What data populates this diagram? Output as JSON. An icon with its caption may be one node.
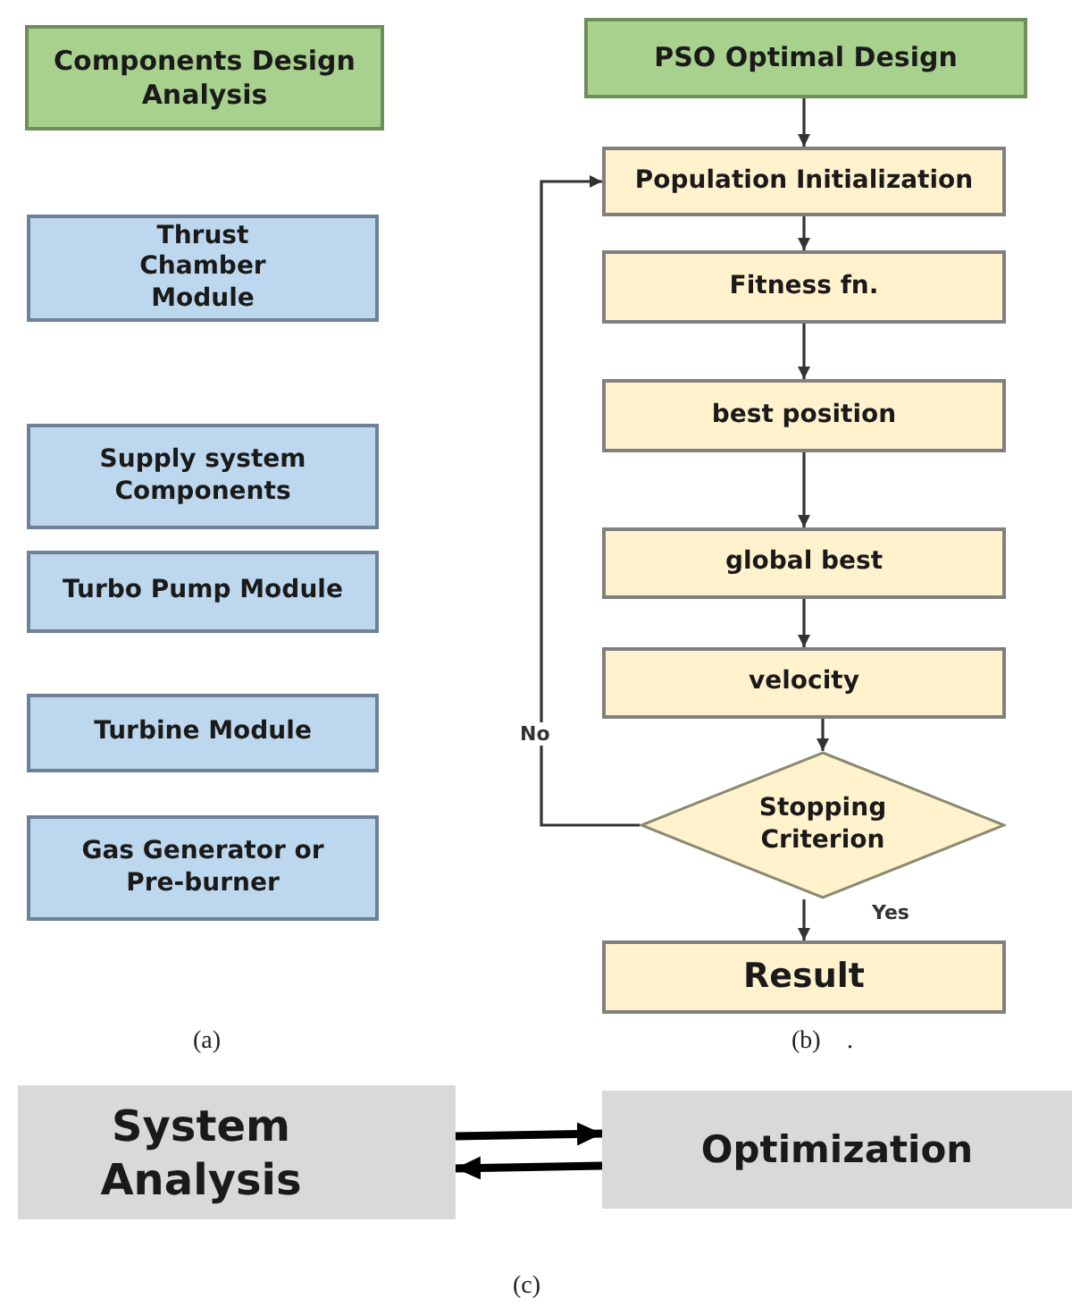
{
  "diagram": {
    "nodes": [
      {
        "text": [
          "Components Design Analysis"
        ]
      },
      {
        "text": [
          "Thrust Chamber Module"
        ]
      },
      {
        "text": [
          "Supply system Components"
        ]
      },
      {
        "text": [
          "Turbo Pump Module"
        ]
      },
      {
        "text": [
          "Turbine Module"
        ]
      },
      {
        "text": [
          "Gas Generator or Pre-burner"
        ]
      },
      {
        "text": [
          "PSO Optimal Design"
        ]
      },
      {
        "text": [
          "Population Initialization"
        ]
      },
      {
        "text": [
          "Fitness fn."
        ]
      },
      {
        "text": [
          "best position"
        ]
      },
      {
        "text": [
          "global best"
        ]
      },
      {
        "text": [
          "velocity"
        ]
      },
      {
        "text": [
          "Stopping Criterion"
        ]
      },
      {
        "text": [
          "Result"
        ]
      },
      {
        "text": [
          "System Analysis"
        ]
      },
      {
        "text": [
          "Optimization"
        ]
      }
    ],
    "edges": [
      {
        "from": 6,
        "to": 7,
        "arrow": "to"
      },
      {
        "from": 7,
        "to": 8,
        "arrow": "to"
      },
      {
        "from": 8,
        "to": 9,
        "arrow": "to"
      },
      {
        "from": 9,
        "to": 10,
        "arrow": "to"
      },
      {
        "from": 10,
        "to": 11,
        "arrow": "to"
      },
      {
        "from": 11,
        "to": 12,
        "arrow": "to"
      },
      {
        "from": 12,
        "to": 13,
        "arrow": "to",
        "label": "Yes"
      },
      {
        "from": 12,
        "to": 7,
        "arrow": "to",
        "label": "No"
      },
      {
        "from": 14,
        "to": 15,
        "arrow": "to",
        "style": "thick"
      },
      {
        "from": 15,
        "to": 14,
        "arrow": "to",
        "style": "thick"
      }
    ],
    "labels": [
      "(a)",
      "(b)",
      ".",
      "(c)"
    ]
  }
}
